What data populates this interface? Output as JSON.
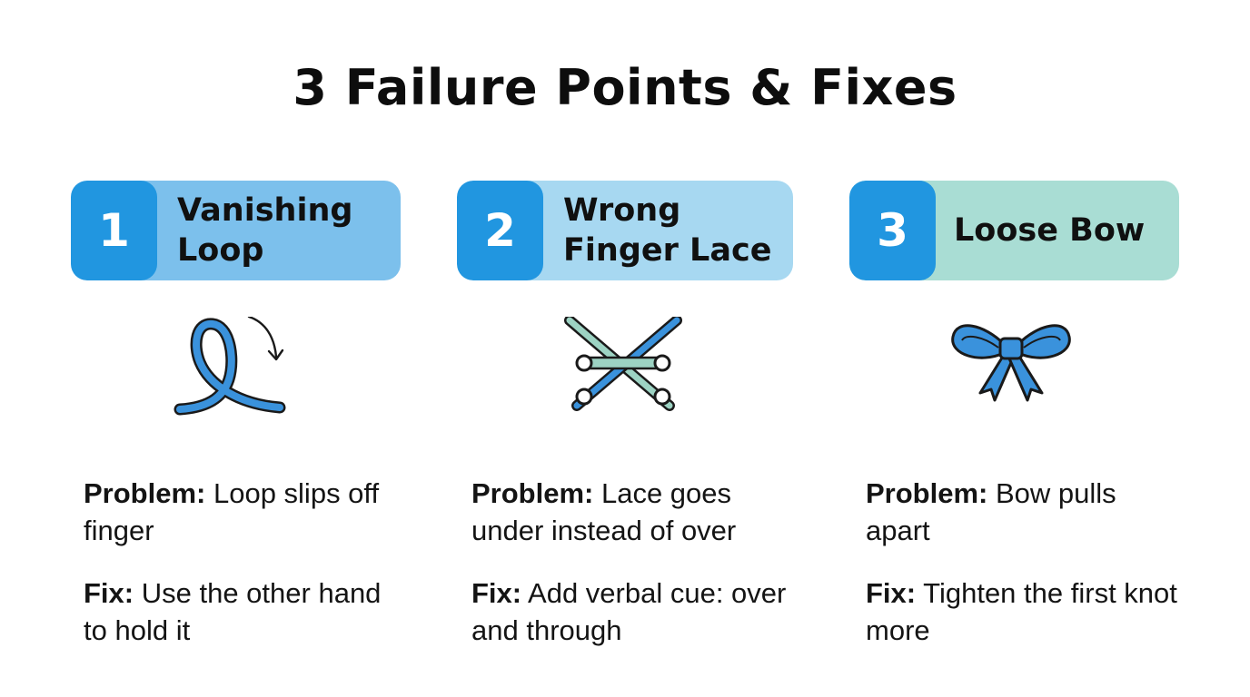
{
  "title": "3 Failure Points & Fixes",
  "accent_color": "#2196e0",
  "items": [
    {
      "number": "1",
      "heading": "Vanishing\nLoop",
      "header_color": "#7cc0ec",
      "icon": "loop-arrow-icon",
      "problem_label": "Problem:",
      "problem_text": " Loop slips off finger",
      "fix_label": "Fix:",
      "fix_text": " Use the other hand to hold it"
    },
    {
      "number": "2",
      "heading": "Wrong\nFinger Lace",
      "header_color": "#a7d8f1",
      "icon": "crossed-laces-icon",
      "problem_label": "Problem:",
      "problem_text": " Lace goes under instead of over",
      "fix_label": "Fix:",
      "fix_text": " Add verbal cue: over and through"
    },
    {
      "number": "3",
      "heading": "Loose Bow",
      "header_color": "#a9ddd4",
      "icon": "bow-icon",
      "problem_label": "Problem:",
      "problem_text": " Bow pulls apart",
      "fix_label": "Fix:",
      "fix_text": " Tighten the first knot more"
    }
  ]
}
